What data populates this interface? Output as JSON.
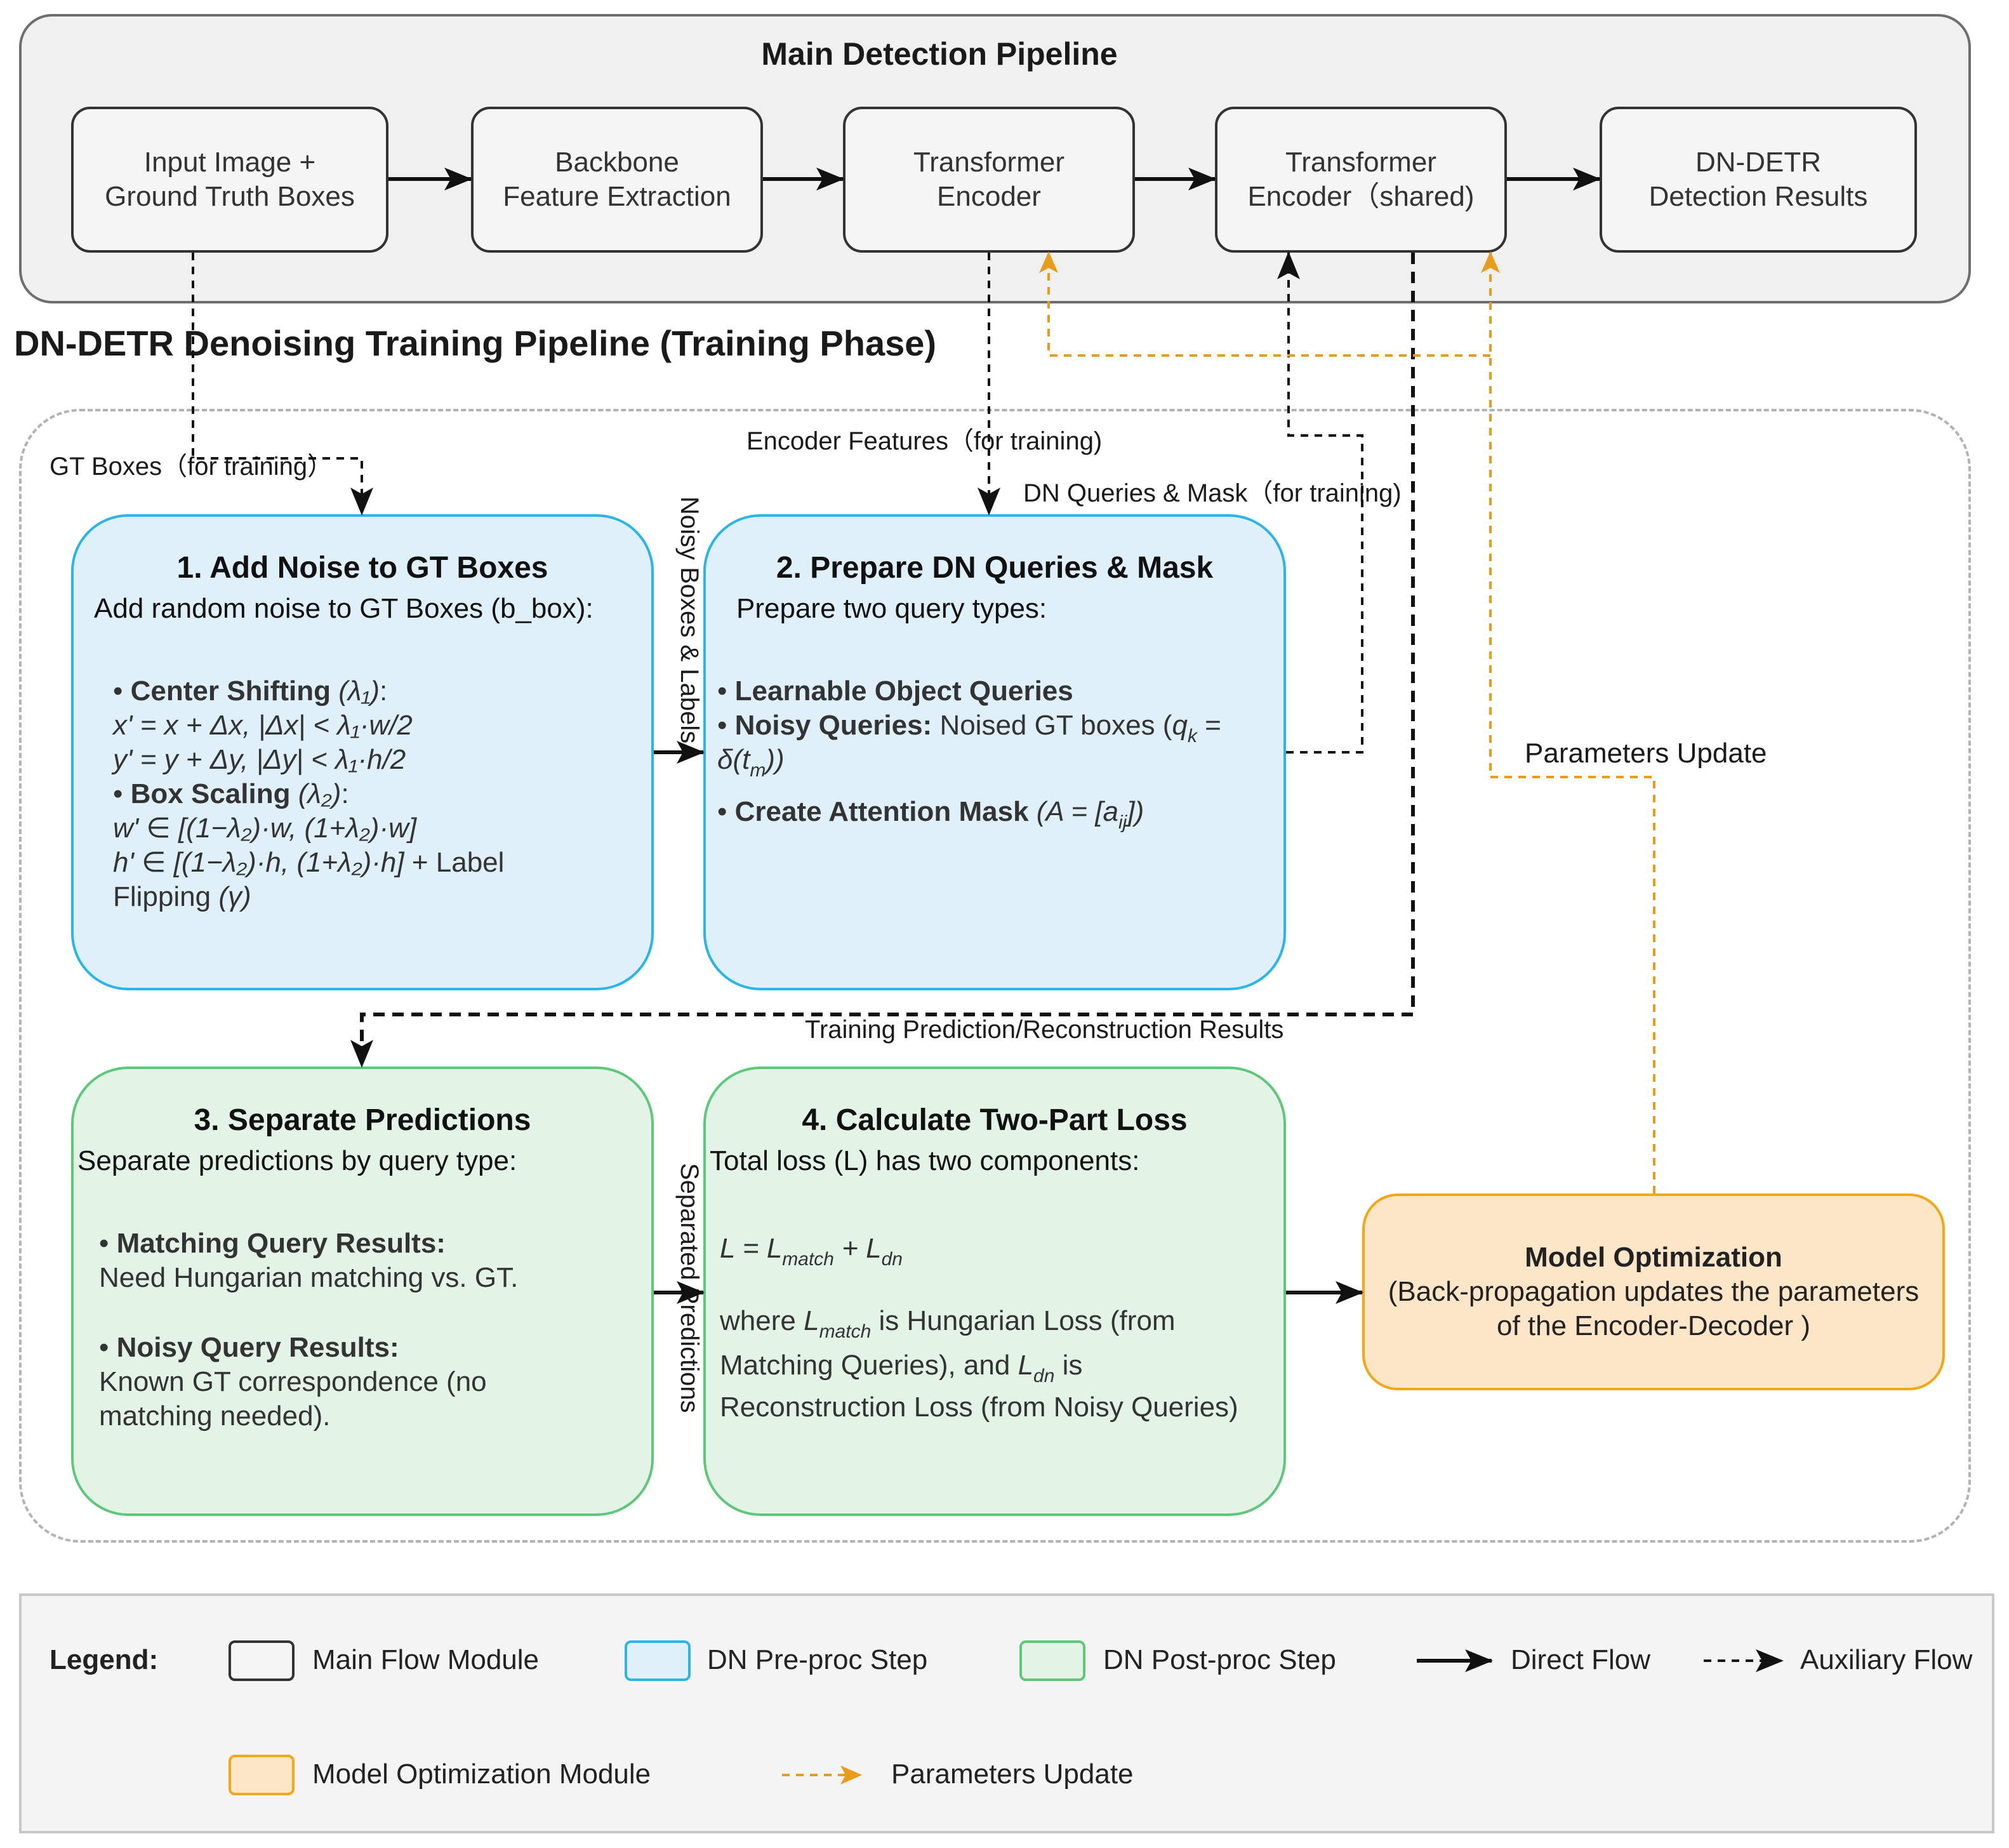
{
  "main_pipeline": {
    "title": "Main Detection Pipeline",
    "modules": [
      {
        "id": "input",
        "label": "Input Image +\nGround Truth Boxes"
      },
      {
        "id": "backbone",
        "label": "Backbone\nFeature Extraction"
      },
      {
        "id": "encoder",
        "label": "Transformer\nEncoder"
      },
      {
        "id": "encoder_shared",
        "label": "Transformer\nEncoder（shared)"
      },
      {
        "id": "results",
        "label": "DN-DETR\nDetection Results"
      }
    ]
  },
  "training_pipeline": {
    "title": "DN-DETR Denoising Training Pipeline (Training Phase)"
  },
  "edge_labels": {
    "gt_boxes": "GT Boxes（for training）",
    "encoder_features": "Encoder Features（for training)",
    "dn_queries_mask": "DN Queries & Mask（for training)",
    "noisy_boxes_labels": "Noisy Boxes & Labels",
    "training_results": "Training Prediction/Reconstruction Results",
    "separated_predictions": "Separated Predictions",
    "parameters_update": "Parameters Update"
  },
  "step1": {
    "title": "1. Add Noise to GT Boxes",
    "intro": "Add random noise to GT Boxes (b_box):",
    "center_label": "Center Shifting",
    "center_param": "(λ₁)",
    "center_suffix": ":",
    "eq_x": "x' = x + Δx, |Δx| < λ₁·w/2",
    "eq_y": "y' = y + Δy, |Δy| < λ₁·h/2",
    "scale_label": "Box Scaling",
    "scale_param": "(λ₂)",
    "scale_suffix": ":",
    "eq_w": "w' ∈ [(1−λ₂)·w, (1+λ₂)·w]",
    "eq_h": "h' ∈ [(1−λ₂)·h, (1+λ₂)·h]",
    "label_flip": " + Label",
    "flip_line": "Flipping",
    "flip_param": "(γ)"
  },
  "step2": {
    "title": "2. Prepare DN Queries & Mask",
    "intro": "Prepare two query types:",
    "learnable": "Learnable Object Queries",
    "noisy_label": "Noisy Queries:",
    "noisy_text": "Noised GT boxes (",
    "noisy_q": "q",
    "noisy_q_sub": "k",
    "noisy_eq": " =",
    "noisy_delta": "δ(t",
    "noisy_delta_sub": "m",
    "noisy_close": "))",
    "mask_label": "Create Attention Mask",
    "mask_eq": "(A = [a",
    "mask_sub": "ij",
    "mask_close": "])"
  },
  "step3": {
    "title": "3. Separate Predictions",
    "intro": "Separate predictions by query type:",
    "matching_label": "Matching Query Results:",
    "matching_text": "Need Hungarian matching vs. GT.",
    "noisy_label": "Noisy Query Results:",
    "noisy_text1": "Known GT correspondence (no",
    "noisy_text2": "matching needed)."
  },
  "step4": {
    "title": "4. Calculate Two-Part Loss",
    "intro": "Total loss (L) has two components:",
    "formula_L": "L = L",
    "formula_match": "match",
    "formula_plus": " + L",
    "formula_dn": "dn",
    "where1a": "where ",
    "where1_L": "L",
    "where1_sub": "match",
    "where1b": " is Hungarian Loss (from",
    "where2a": "Matching Queries), and ",
    "where2_L": "L",
    "where2_sub": "dn",
    "where2b": " is",
    "where3": "Reconstruction Loss (from Noisy Queries)"
  },
  "optimization": {
    "title": "Model Optimization",
    "text": "(Back-propagation updates the parameters of the Encoder-Decoder )"
  },
  "legend": {
    "title": "Legend:",
    "items": {
      "main_flow": "Main Flow Module",
      "pre_proc": "DN Pre-proc Step",
      "post_proc": "DN Post-proc Step",
      "direct": "Direct Flow",
      "auxiliary": "Auxiliary Flow",
      "model_opt": "Model Optimization Module",
      "params": "Parameters Update"
    }
  },
  "colors": {
    "main_fill": "#f5f5f5",
    "pre_proc_fill": "#dff0fb",
    "pre_proc_border": "#29b5e8",
    "post_proc_fill": "#e3f4e7",
    "post_proc_border": "#5ec87a",
    "opt_fill": "#fde5c8",
    "opt_border": "#f0a818",
    "param_arrow": "#e89c1a"
  }
}
